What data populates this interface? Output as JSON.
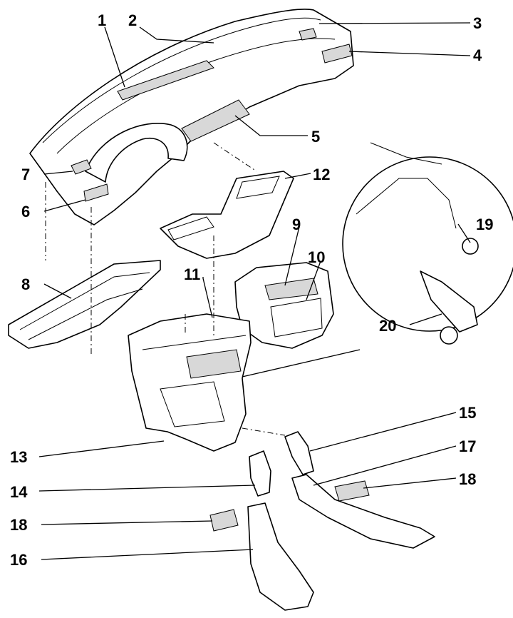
{
  "callouts": [
    {
      "id": "1",
      "label": "1"
    },
    {
      "id": "2",
      "label": "2"
    },
    {
      "id": "3",
      "label": "3"
    },
    {
      "id": "4",
      "label": "4"
    },
    {
      "id": "5",
      "label": "5"
    },
    {
      "id": "6",
      "label": "6"
    },
    {
      "id": "7",
      "label": "7"
    },
    {
      "id": "8",
      "label": "8"
    },
    {
      "id": "9",
      "label": "9"
    },
    {
      "id": "10",
      "label": "10"
    },
    {
      "id": "11",
      "label": "11"
    },
    {
      "id": "12",
      "label": "12"
    },
    {
      "id": "13",
      "label": "13"
    },
    {
      "id": "14",
      "label": "14"
    },
    {
      "id": "15",
      "label": "15"
    },
    {
      "id": "16",
      "label": "16"
    },
    {
      "id": "17",
      "label": "17"
    },
    {
      "id": "18a",
      "label": "18"
    },
    {
      "id": "18b",
      "label": "18"
    },
    {
      "id": "19",
      "label": "19"
    },
    {
      "id": "20",
      "label": "20"
    }
  ]
}
